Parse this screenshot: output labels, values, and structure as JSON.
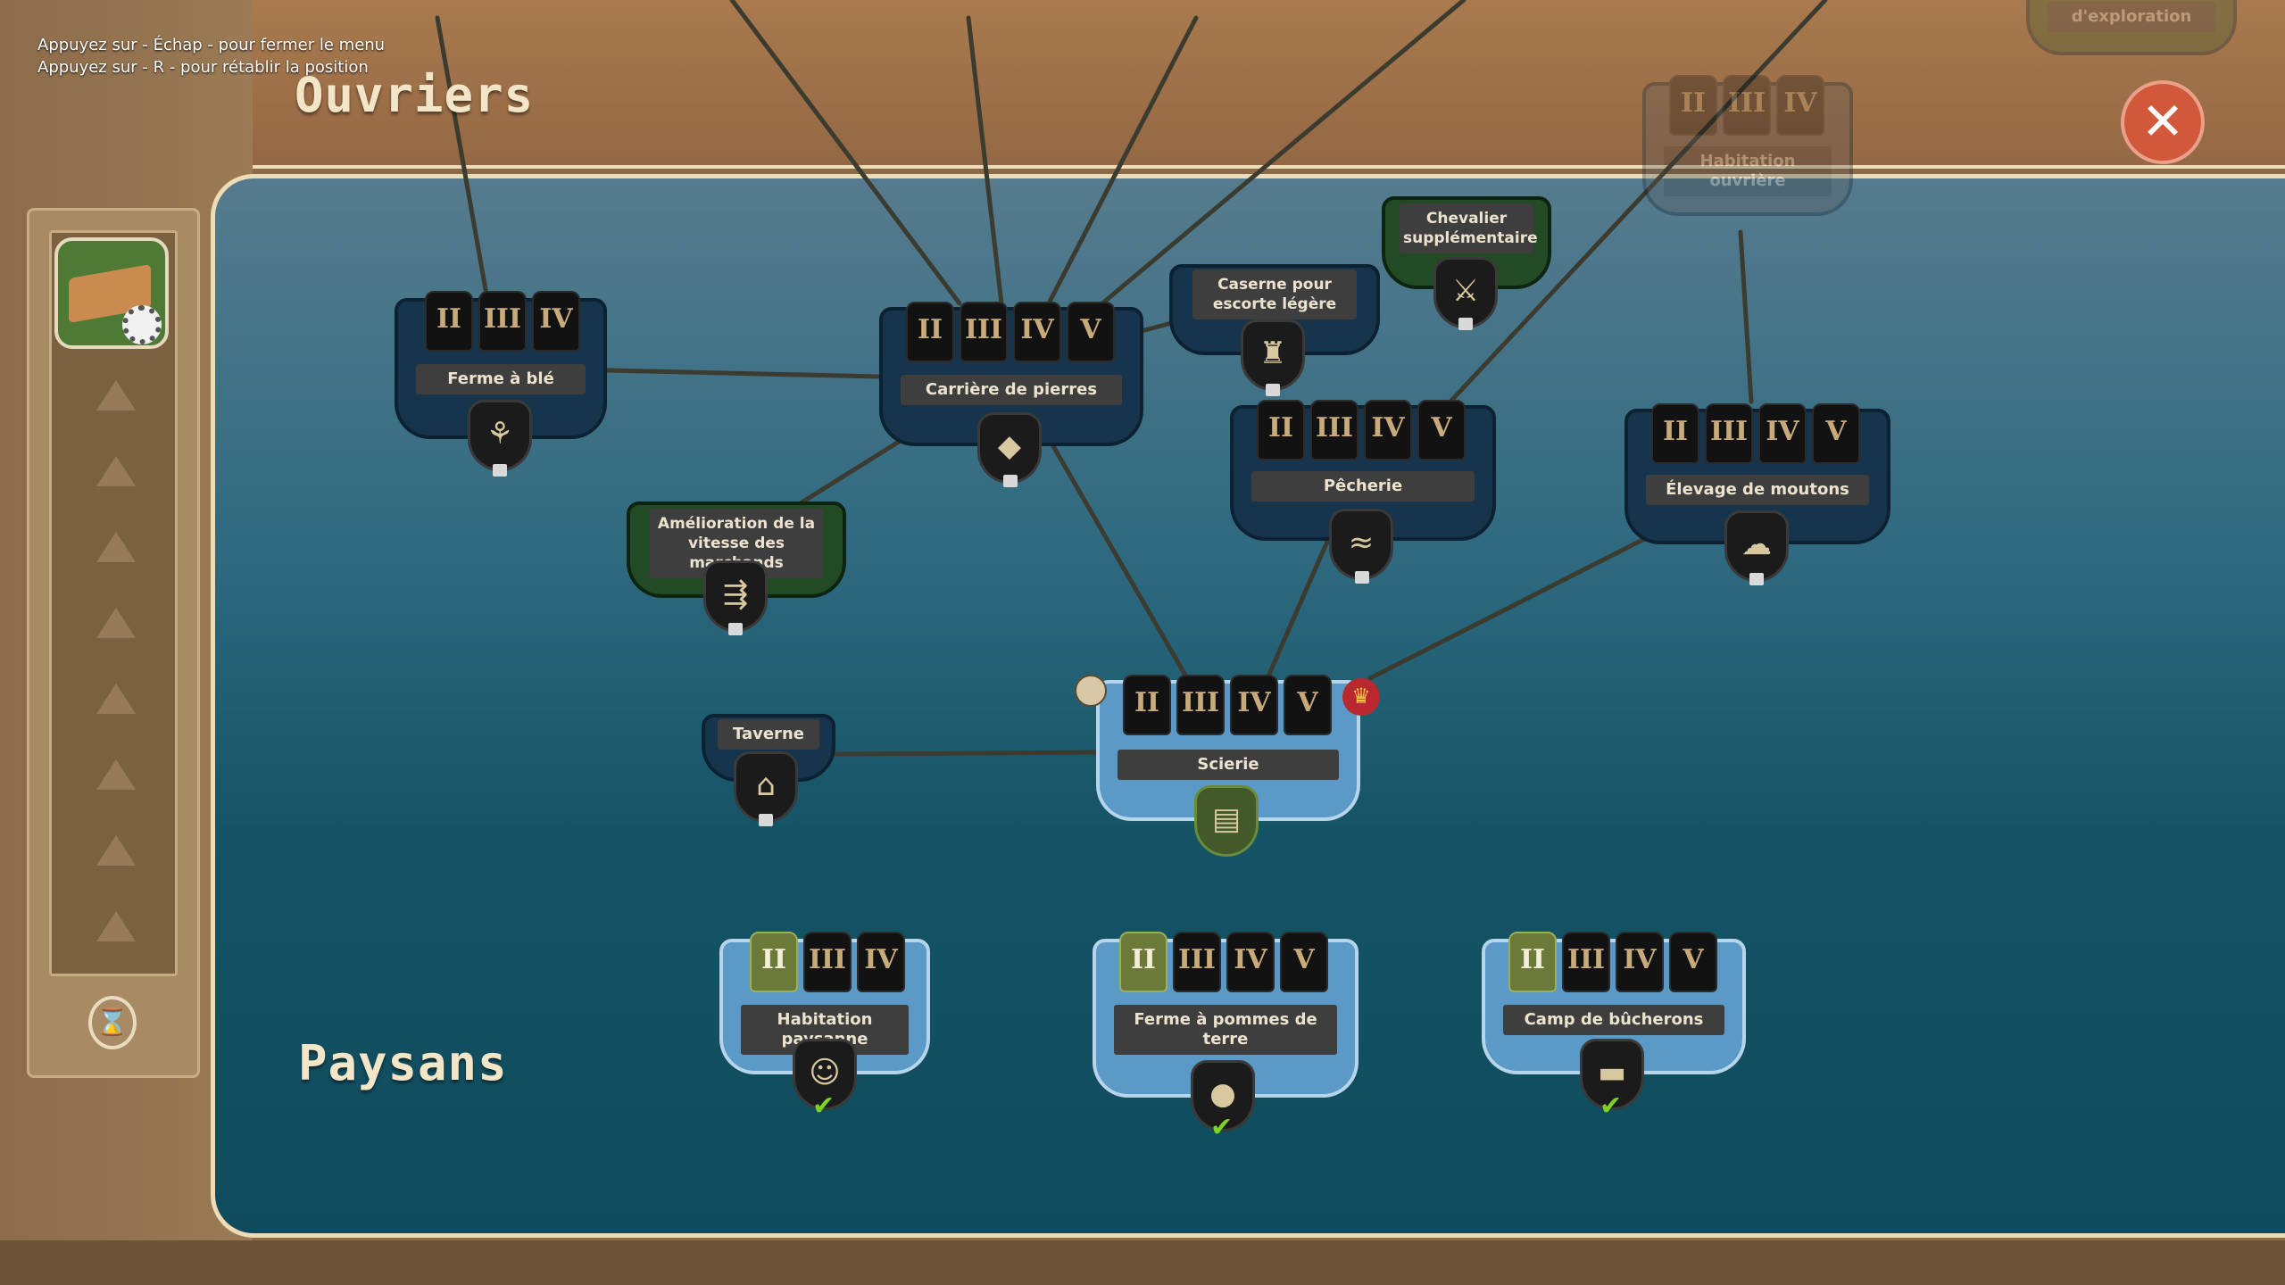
{
  "hints": {
    "escape": "Appuyez sur - Échap - pour fermer le menu",
    "reset": "Appuyez sur - R - pour rétablir la position"
  },
  "sections": {
    "top": "Ouvriers",
    "bottom": "Paysans"
  },
  "close_label": "✕",
  "tier_numerals": {
    "2": "II",
    "3": "III",
    "4": "IV",
    "5": "V"
  },
  "colors": {
    "panel_accent": "#145466",
    "close_button": "#d2583b",
    "completed_check": "#7ed321",
    "selected_card": "#5b9ac7"
  },
  "buildings": {
    "habitation_ouvriere": {
      "title": "Habitation ouvrière",
      "icon": "house-icon"
    },
    "exploration": {
      "title": "d'exploration",
      "icon": "helmet-icon"
    },
    "chevalier": {
      "title": "Chevalier supplémentaire",
      "icon": "knight-icon"
    },
    "caserne": {
      "title": "Caserne pour escorte légère",
      "icon": "barracks-icon"
    },
    "ferme_ble": {
      "title": "Ferme à blé",
      "icon": "wheat-icon"
    },
    "carriere": {
      "title": "Carrière de pierres",
      "icon": "stone-icon"
    },
    "pecherie": {
      "title": "Pêcherie",
      "icon": "fish-icon"
    },
    "elevage": {
      "title": "Élevage de moutons",
      "icon": "sheep-icon"
    },
    "amelioration": {
      "title": "Amélioration de la vitesse des marchands",
      "icon": "cart-icon"
    },
    "taverne": {
      "title": "Taverne",
      "icon": "tavern-icon"
    },
    "scierie": {
      "title": "Scierie",
      "icon": "planks-icon"
    },
    "habitation_paysanne": {
      "title": "Habitation paysanne",
      "icon": "peasant-house-icon"
    },
    "ferme_pommes": {
      "title": "Ferme à pommes de terre",
      "icon": "potato-icon"
    },
    "camp_bucherons": {
      "title": "Camp de bûcherons",
      "icon": "log-icon"
    }
  }
}
